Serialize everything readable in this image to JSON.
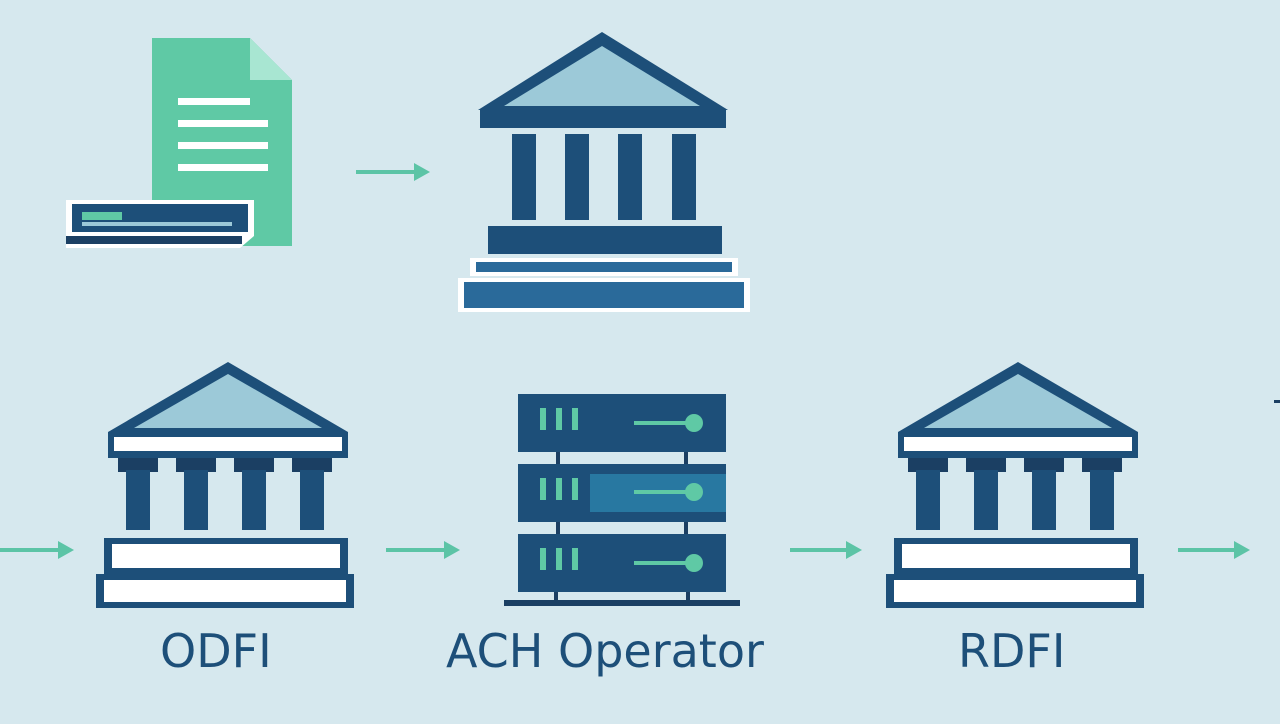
{
  "labels": {
    "odfi": "ODFI",
    "ach_operator": "ACH Operator",
    "rdfi": "RDFI"
  },
  "colors": {
    "background": "#d6e8ee",
    "navy": "#1d4f79",
    "dark_navy": "#1b3f63",
    "roof_fill": "#9cc9d8",
    "teal": "#5fc9a5",
    "arrow": "#5cc4a6",
    "white": "#ffffff",
    "accent_blue": "#2a6a9a"
  },
  "icons": [
    "document-icon",
    "bank-icon",
    "server-icon",
    "arrow-icon"
  ]
}
